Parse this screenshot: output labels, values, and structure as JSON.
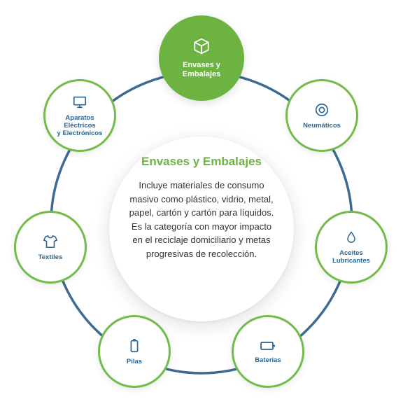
{
  "center": {
    "title": "Envases y Embalajes",
    "description": "Incluye materiales de consumo masivo como plástico, vidrio, metal, papel, cartón y cartón para líquidos. Es la categoría con mayor impacto en el reciclaje domiciliario y metas progresivas de recolección."
  },
  "colors": {
    "accent_green": "#6cb342",
    "ring_blue": "#3d6b94",
    "label_blue": "#2a6592"
  },
  "nodes": [
    {
      "label": "Envases y\nEmbalajes",
      "icon": "box-icon",
      "active": true
    },
    {
      "label": "Neumáticos",
      "icon": "tire-icon",
      "active": false
    },
    {
      "label": "Aceites\nLubricantes",
      "icon": "drop-icon",
      "active": false
    },
    {
      "label": "Baterías",
      "icon": "battery-icon",
      "active": false
    },
    {
      "label": "Pilas",
      "icon": "cell-battery-icon",
      "active": false
    },
    {
      "label": "Textiles",
      "icon": "shirt-icon",
      "active": false
    },
    {
      "label": "Aparatos Eléctricos\ny Electrónicos",
      "icon": "monitor-icon",
      "active": false
    }
  ]
}
